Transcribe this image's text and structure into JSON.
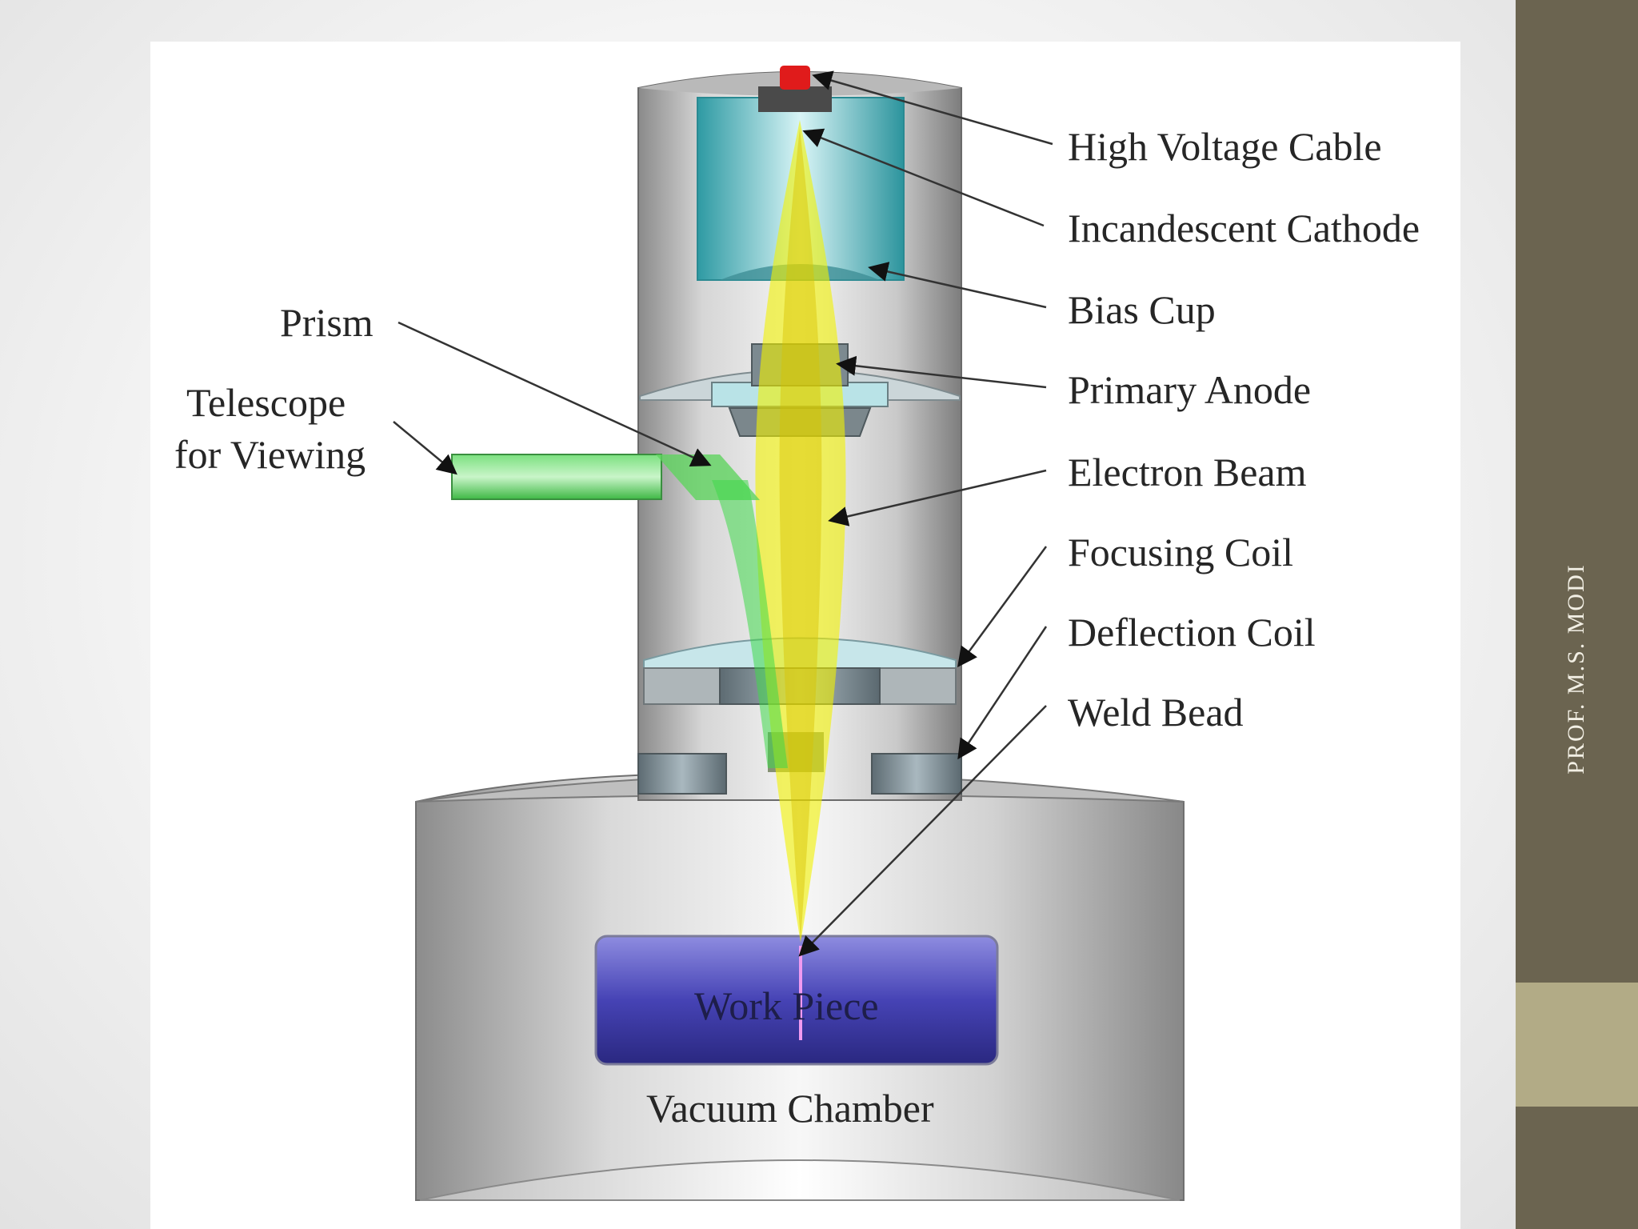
{
  "side_credit": "PROF. M.S. MODI",
  "colors": {
    "side_band": "#6b6450",
    "side_accent": "#b2ab86",
    "beam": "#f2f200",
    "optical_path": "#3fd84a",
    "cathode_housing": "#4fb3bb",
    "work_piece": "#4a47b8",
    "cable_tip": "#e01b1b"
  },
  "labels": {
    "right": [
      "High Voltage Cable",
      "Incandescent Cathode",
      "Bias Cup",
      "Primary Anode",
      "Electron Beam",
      "Focusing Coil",
      "Deflection Coil",
      "Weld Bead"
    ],
    "prism": "Prism",
    "telescope_line1": "Telescope",
    "telescope_line2": "for Viewing",
    "work_piece": "Work Piece",
    "vacuum_chamber": "Vacuum Chamber"
  }
}
